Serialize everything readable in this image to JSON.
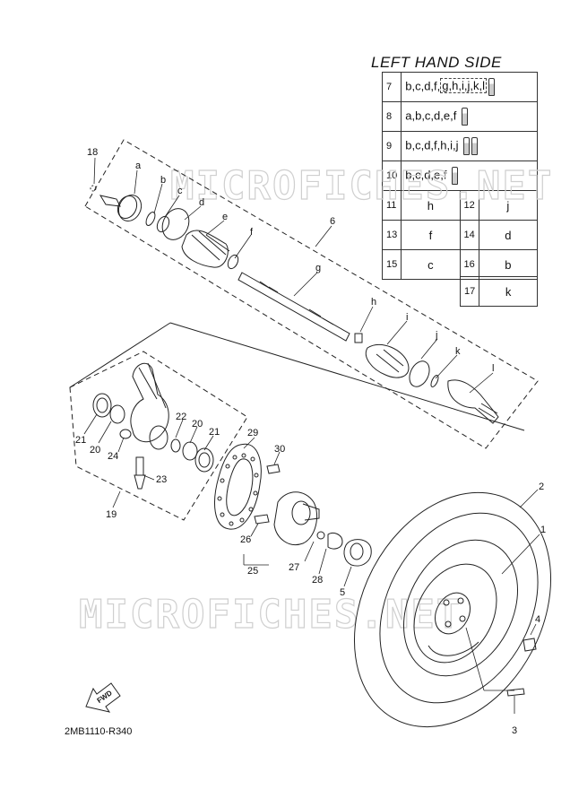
{
  "header": {
    "title": "LEFT HAND SIDE"
  },
  "watermark": "MICROFICHES.NET",
  "kit_table": {
    "rows": [
      {
        "no": "7",
        "text": "b,c,d,f,",
        "dashed": "g,h,i,j,k,l",
        "icons": 1
      },
      {
        "no": "8",
        "text": "a,b,c,d,e,f",
        "icons": 1
      },
      {
        "no": "9",
        "text": "b,c,d,f,h,i,j",
        "icons": 2
      },
      {
        "no": "10",
        "text": "b,c,d,e,f",
        "icons": 1
      }
    ],
    "pairs": [
      {
        "no1": "11",
        "v1": "h",
        "no2": "12",
        "v2": "j"
      },
      {
        "no1": "13",
        "v1": "f",
        "no2": "14",
        "v2": "d"
      },
      {
        "no1": "15",
        "v1": "c",
        "no2": "16",
        "v2": "b"
      }
    ],
    "last": {
      "no": "17",
      "v": "k"
    }
  },
  "callouts": {
    "n18": "18",
    "a": "a",
    "b": "b",
    "c": "c",
    "d": "d",
    "e": "e",
    "f": "f",
    "n6": "6",
    "g": "g",
    "h": "h",
    "i": "i",
    "j": "j",
    "k": "k",
    "l": "l",
    "n21a": "21",
    "n20a": "20",
    "n24": "24",
    "n22": "22",
    "n20b": "20",
    "n21b": "21",
    "n23": "23",
    "n19": "19",
    "n29": "29",
    "n30": "30",
    "n26": "26",
    "n25": "25",
    "n27": "27",
    "n28": "28",
    "n5": "5",
    "n2": "2",
    "n1": "1",
    "n4": "4",
    "n3": "3",
    "fwd": "FWD"
  },
  "footer": {
    "code": "2MB1110-R340"
  }
}
